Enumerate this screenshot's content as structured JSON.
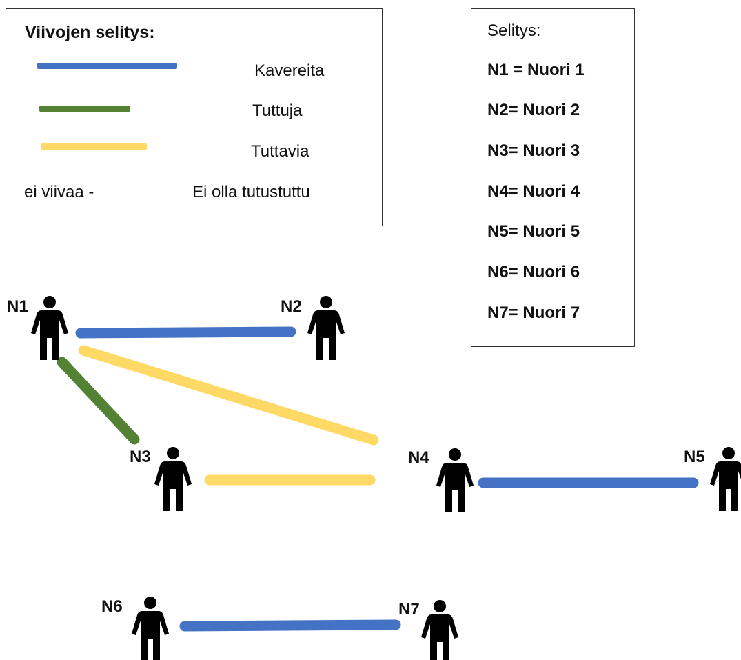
{
  "line_legend": {
    "title": "Viivojen selitys:",
    "items": [
      {
        "label": "Kavereita",
        "color": "#4472C4"
      },
      {
        "label": "Tuttuja",
        "color": "#548235"
      },
      {
        "label": "Tuttavia",
        "color": "#FFD966"
      }
    ],
    "no_line_key": "ei viivaa -",
    "no_line_label": "Ei olla tutustuttu"
  },
  "node_legend": {
    "title": "Selitys:",
    "items": [
      "N1 = Nuori 1",
      "N2= Nuori 2",
      "N3= Nuori 3",
      "N4= Nuori 4",
      "N5= Nuori 5",
      "N6= Nuori 6",
      "N7= Nuori 7"
    ]
  },
  "nodes": [
    {
      "id": "N1"
    },
    {
      "id": "N2"
    },
    {
      "id": "N3"
    },
    {
      "id": "N4"
    },
    {
      "id": "N5"
    },
    {
      "id": "N6"
    },
    {
      "id": "N7"
    }
  ],
  "edges": [
    {
      "from": "N1",
      "to": "N2",
      "type": "Kavereita",
      "color": "#4472C4"
    },
    {
      "from": "N1",
      "to": "N3",
      "type": "Tuttuja",
      "color": "#548235"
    },
    {
      "from": "N1",
      "to": "N4",
      "type": "Tuttavia",
      "color": "#FFD966"
    },
    {
      "from": "N3",
      "to": "N4",
      "type": "Tuttavia",
      "color": "#FFD966"
    },
    {
      "from": "N4",
      "to": "N5",
      "type": "Kavereita",
      "color": "#4472C4"
    },
    {
      "from": "N6",
      "to": "N7",
      "type": "Kavereita",
      "color": "#4472C4"
    }
  ]
}
